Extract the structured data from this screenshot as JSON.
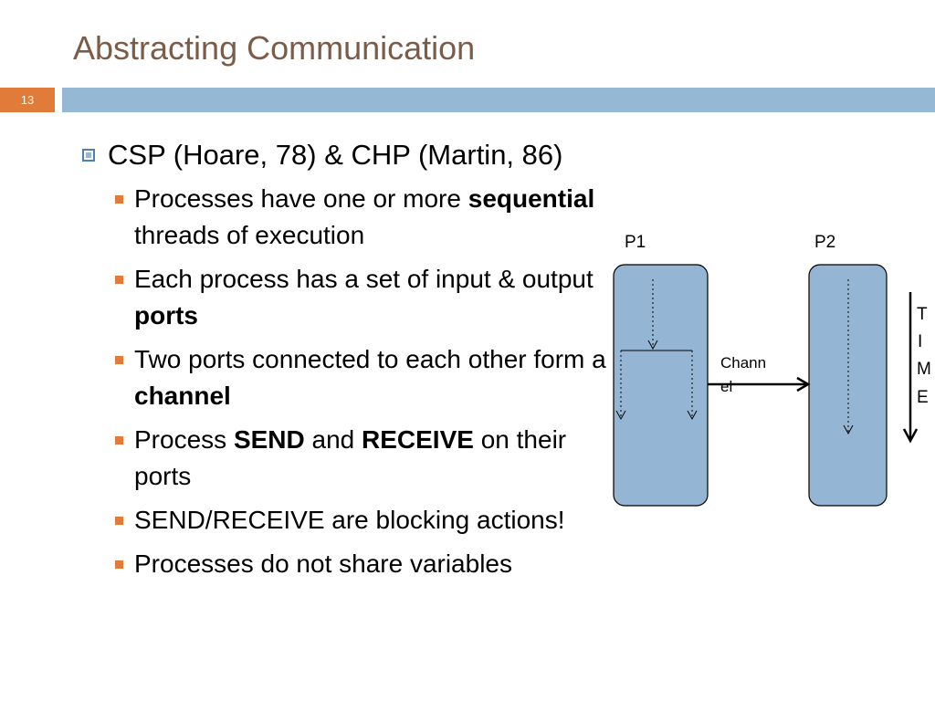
{
  "slide": {
    "title": "Abstracting Communication",
    "number": "13"
  },
  "content": {
    "bullet1": "CSP (Hoare, 78) & CHP (Martin, 86)",
    "sub": [
      {
        "parts": [
          {
            "text": "Processes have one or more "
          },
          {
            "text": "sequential",
            "bold": true
          },
          {
            "text": " threads of execution"
          }
        ]
      },
      {
        "parts": [
          {
            "text": "Each process has a set of input & output "
          },
          {
            "text": "ports",
            "bold": true
          }
        ]
      },
      {
        "parts": [
          {
            "text": "Two ports connected to each other form a "
          },
          {
            "text": "channel",
            "bold": true
          }
        ]
      },
      {
        "parts": [
          {
            "text": "Process "
          },
          {
            "text": "SEND",
            "bold": true
          },
          {
            "text": " and "
          },
          {
            "text": "RECEIVE",
            "bold": true
          },
          {
            "text": " on their ports"
          }
        ]
      },
      {
        "parts": [
          {
            "text": "SEND/RECEIVE are blocking actions!"
          }
        ]
      },
      {
        "parts": [
          {
            "text": "Processes do not share variables"
          }
        ]
      }
    ]
  },
  "diagram": {
    "p1_label": "P1",
    "p2_label": "P2",
    "channel_line1": "Chann",
    "channel_line2": "el",
    "time_letters": [
      "T",
      "I",
      "M",
      "E"
    ]
  },
  "colors": {
    "title": "#7a5c48",
    "accent": "#e07b39",
    "band": "#95b8d5",
    "process_fill": "#94b6d4"
  }
}
